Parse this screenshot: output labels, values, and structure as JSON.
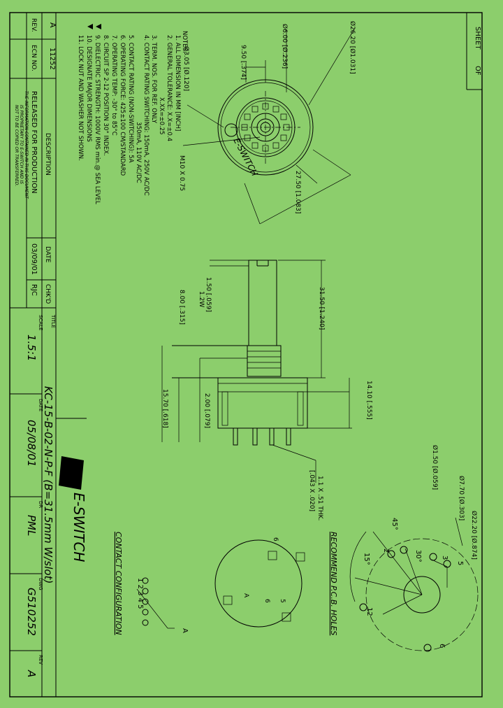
{
  "sheet": {
    "label": "SHEET",
    "of": "OF"
  },
  "revision_block": {
    "headers": {
      "rev": "REV.",
      "ecn": "ECN NO.",
      "description": "DESCRIPTION",
      "date": "DATE",
      "chkd": "CHK'D"
    },
    "row": {
      "rev": "A",
      "ecn": "11252",
      "description": "RELEASED FOR PRODUCTION",
      "date": "03/09/01",
      "chkd": "RJC"
    }
  },
  "proprietary_notice": [
    "THE INFORMATION CONTAINED IN THIS DOCUMENT",
    "IS PROPRIETARY TO E-SWITCH AND IS",
    "NOT TO BE COPIED OR TRANSFERRED."
  ],
  "notes": {
    "heading": "NOTES:",
    "items": [
      "1. ALL DIMENSION IN MM [INCH]",
      "2. GENERAL TOLERANCE: X.X=±0.4",
      "                                 X.XX=±0.25",
      "3. TERM. NOS. FOR REF. ONLY",
      "4. CONTACT RATING SWITCHING: 150mA, 250V AC/DC",
      "                                              350mA, 110V AC/DC",
      "5. CONTACT RATING (NON-SWITCHING): 5A",
      "6. OPERATING FORCE: 425±100 CM/STANDARD",
      "7. OPERATING TEMP: -30° to 85°C",
      "8. CIRCUIT SP 2-12 POSITION 30° INDEX.",
      "9. DIELECTRIC STRENGTH: 1000V RMS min.@ SEA LEVEL",
      "10. DESIGNATE MAJOR DIMENSIONS",
      "11. LOCK NUT AND WASHER NOT SHOWN."
    ]
  },
  "title_block": {
    "title_label": "TITLE",
    "title": "KC-15-B-02-N-P-F (B=31.5mm W/slot)",
    "scale_label": "SCALE",
    "scale": "1.5:1",
    "date_label": "DATE",
    "date": "05/08/01",
    "dr_label": "DR",
    "dr": "PML",
    "dwg_label": "DWG",
    "dwg": "G510252",
    "rev_label": "REV",
    "rev": "A",
    "logo_text": "E-SWITCH"
  },
  "top_view": {
    "dim_od": "Ø26.20 [Ø1.031]",
    "dim_shaft": "Ø6.00 [Ø.236]",
    "dim_950": "9.50 [.374]",
    "dim_hole": "Ø3.05 [Ø.120]",
    "dim_thread": "M10 X 0.75",
    "dim_2750": "27.50 [1.083]",
    "cap_text": "E-SWITCH"
  },
  "side_view": {
    "dim_3150": "31.50 [1.240]",
    "dim_150": "1.50 [.059]",
    "dim_12w": "1.2W",
    "dim_800": "8.00 [.315]",
    "dim_1410": "14.10 [.555]",
    "dim_1570": "15.70 [.618]",
    "dim_200": "2.00 [.079]",
    "dim_pin": "1.1 X .51 THK.",
    "dim_pin_in": "[.043 X .020]"
  },
  "pcb_view": {
    "heading": "RECOMMEND P.C.B. HOLES",
    "dim_2220": "Ø22.20 [Ø.874]",
    "dim_770": "Ø7.70 [Ø.303]",
    "dim_150": "Ø1.50 [Ø.059]",
    "angle_45": "45°",
    "angle_30": "30°",
    "angle_15": "15°",
    "labels": [
      "2",
      "3",
      "5",
      "6",
      "12"
    ]
  },
  "contact_view": {
    "heading": "CONTACT CONFIGURATION",
    "terminals": "1 2 3 4 5",
    "marks": [
      "A",
      "6",
      "6",
      "5",
      "A"
    ]
  }
}
